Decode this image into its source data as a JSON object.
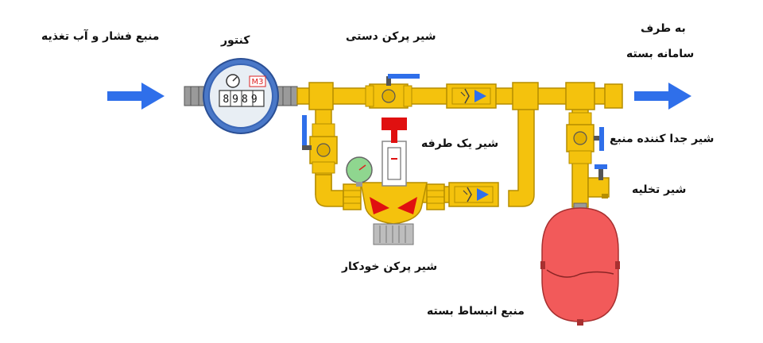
{
  "labels": {
    "supply": "منبع فشار و آب تغذیه",
    "meter": "کنتور",
    "manual_fill_valve": "شیر پرکن دستی",
    "to_system_line1": "به طرف",
    "to_system_line2": "سامانه بسته",
    "check_valve": "شیر یک طرفه",
    "isolation_valve": "شیر جدا کننده منبع",
    "drain_valve": "شیر تخلیه",
    "auto_fill_valve": "شیر پرکن خودکار",
    "expansion_tank": "منبع انبساط بسته"
  },
  "meter": {
    "unit": "M3",
    "reading": "8989"
  },
  "colors": {
    "pipe": "#f4c20d",
    "pipe_dark": "#b58d00",
    "flow_arrow": "#2f6fea",
    "handle": "#2f6fea",
    "red_part": "#e01010",
    "tank": "#f25a5a",
    "meter_body": "#4a78c8",
    "gauge": "#8fd68f",
    "grey": "#9a9a9a"
  }
}
